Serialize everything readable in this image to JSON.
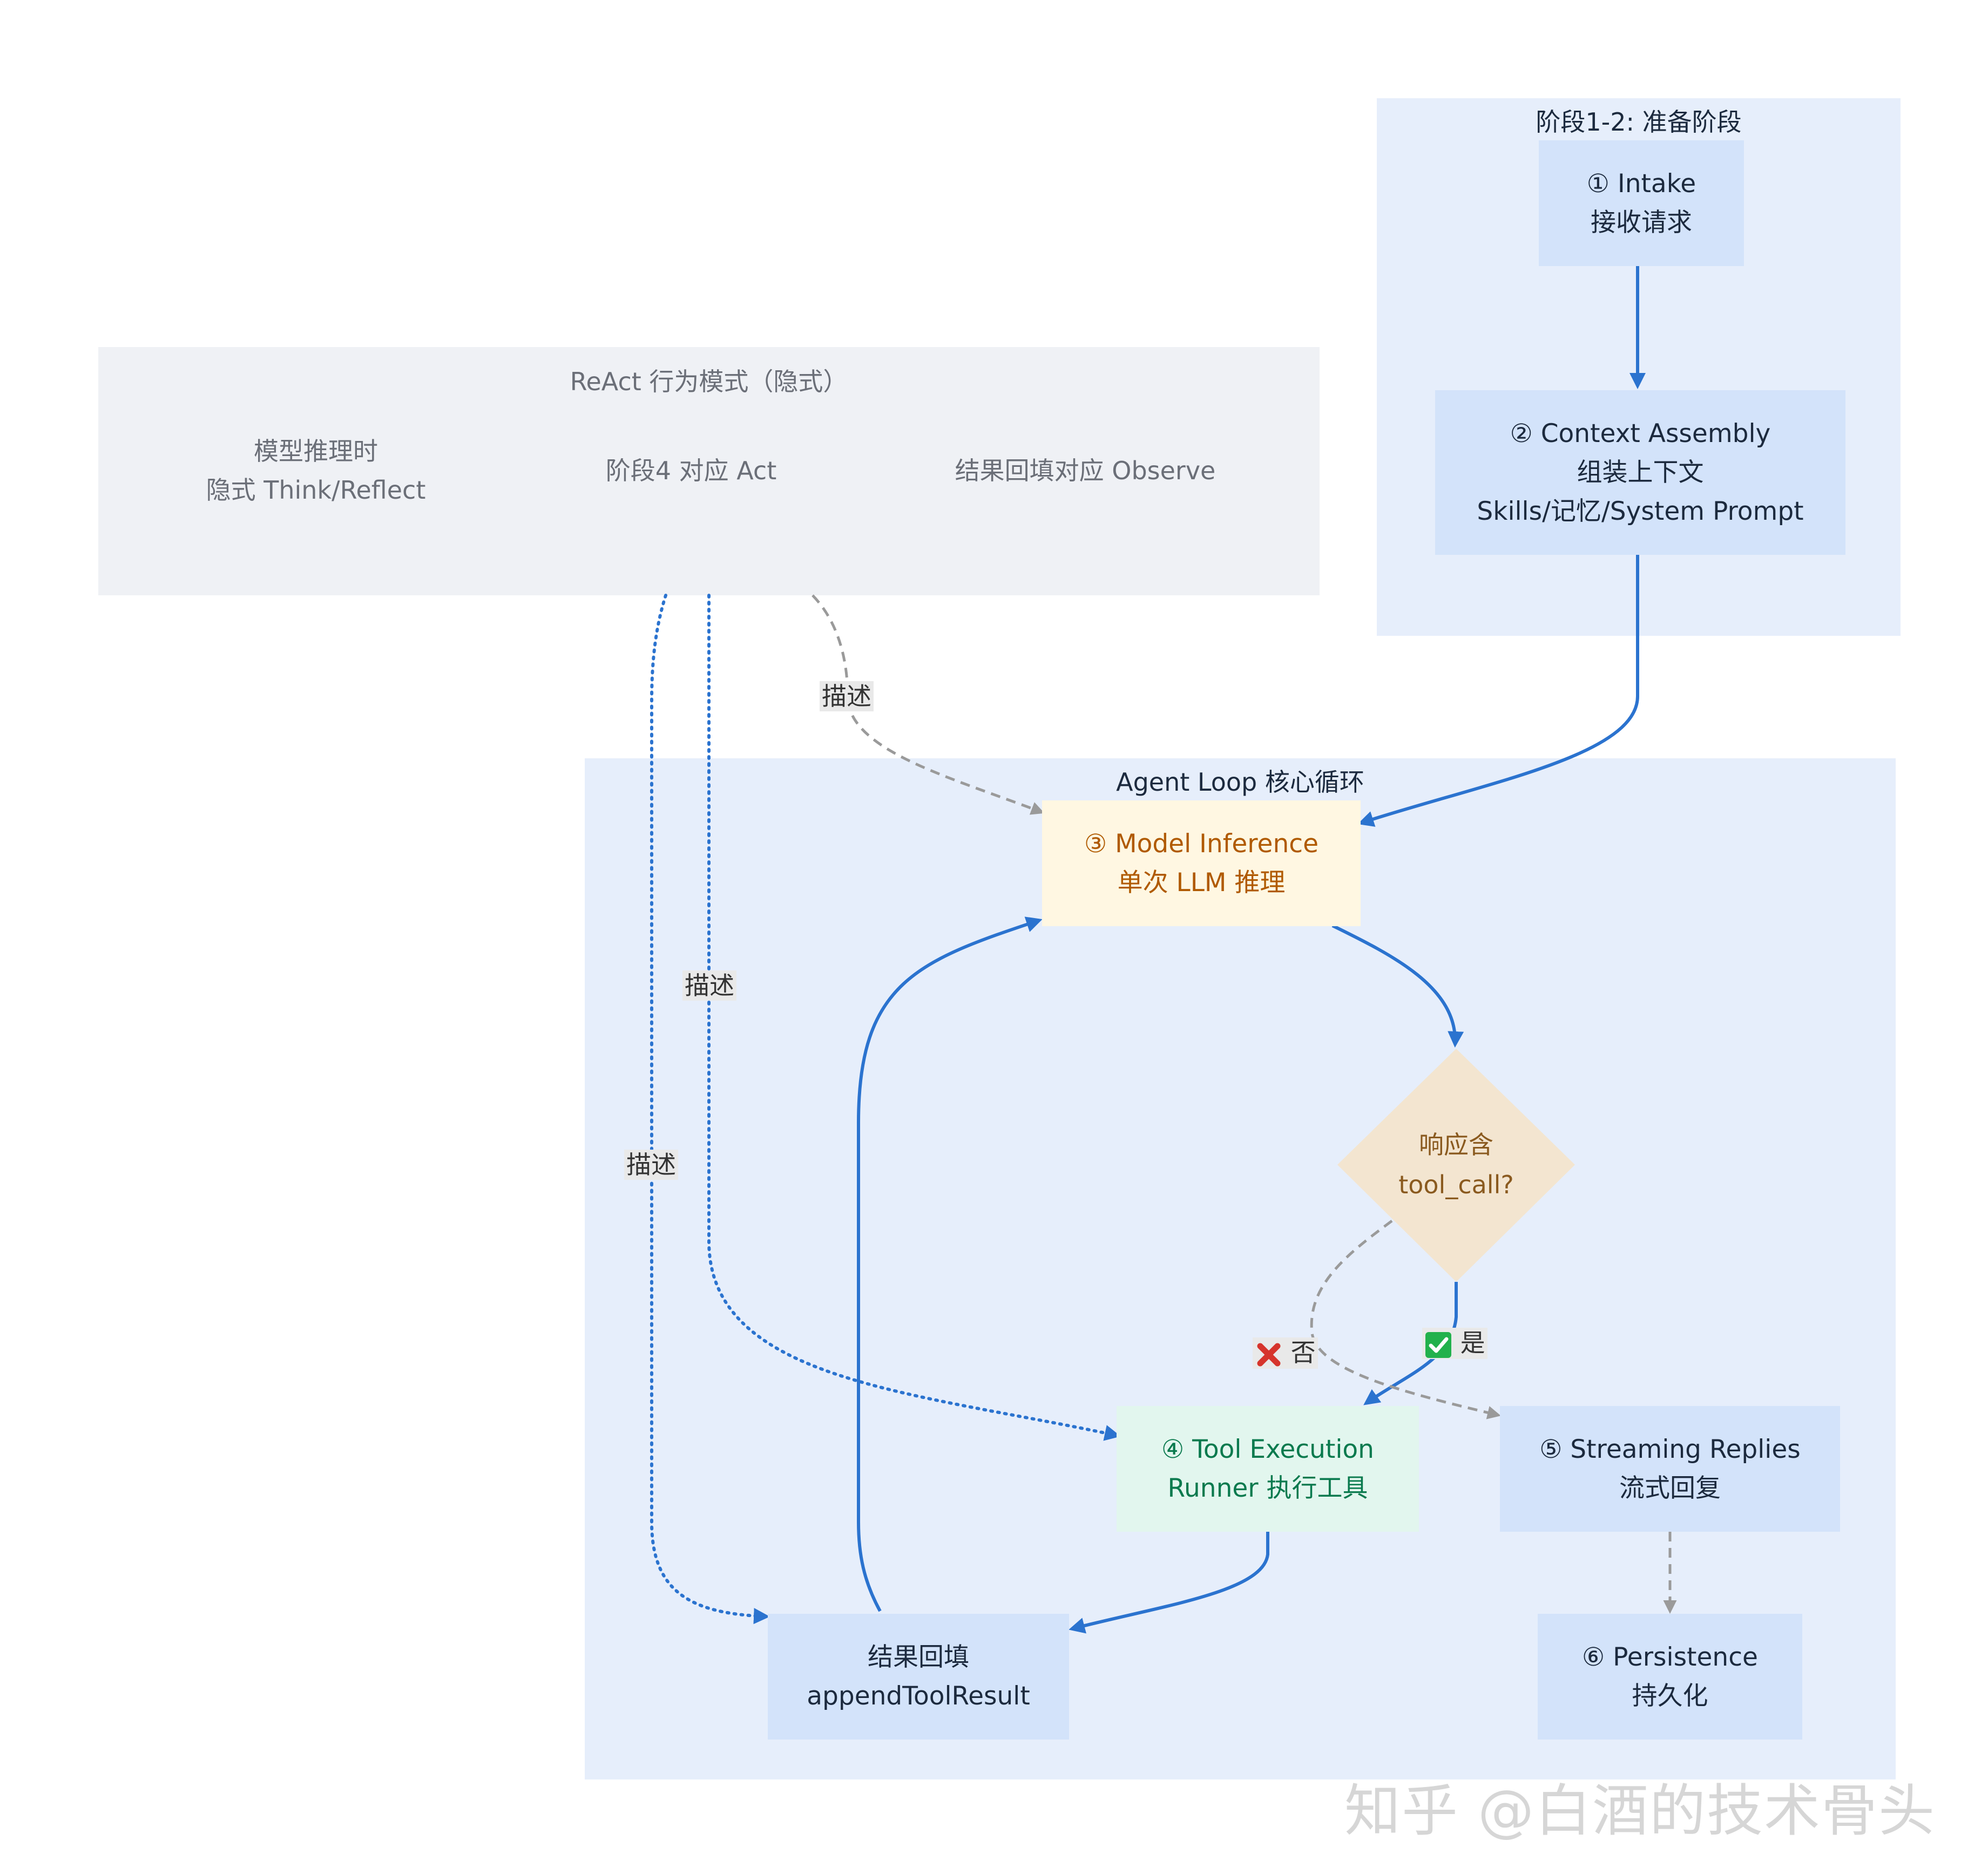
{
  "clusters": {
    "react": {
      "title": "ReAct 行为模式（隐式）"
    },
    "prep": {
      "title": "阶段1-2: 准备阶段"
    },
    "loop": {
      "title": "Agent Loop 核心循环"
    }
  },
  "react_items": {
    "think_line1": "模型推理时",
    "think_line2": "隐式 Think/Reflect",
    "act": "阶段4 对应 Act",
    "observe": "结果回填对应 Observe"
  },
  "nodes": {
    "intake": {
      "line1": "① Intake",
      "line2": "接收请求"
    },
    "context": {
      "line1": "② Context Assembly",
      "line2": "组装上下文",
      "line3": "Skills/记忆/System Prompt"
    },
    "inference": {
      "line1": "③ Model Inference",
      "line2": "单次 LLM 推理"
    },
    "decision": {
      "line1": "响应含",
      "line2": "tool_call?"
    },
    "tool": {
      "line1": "④ Tool Execution",
      "line2": "Runner 执行工具"
    },
    "streaming": {
      "line1": "⑤ Streaming Replies",
      "line2": "流式回复"
    },
    "result": {
      "line1": "结果回填",
      "line2": "appendToolResult"
    },
    "persistence": {
      "line1": "⑥ Persistence",
      "line2": "持久化"
    }
  },
  "edge_labels": {
    "describe_observe": "描述",
    "describe_act": "描述",
    "describe_think": "描述",
    "yes": "是",
    "no": "否"
  },
  "watermark": "知乎 @白酒的技术骨头",
  "colors": {
    "blue_cluster": "#e6eefb",
    "gray_cluster": "#eff1f5",
    "blue_node": "#d3e3fa",
    "inference_fill": "#fff7e2",
    "inference_text": "#b05a00",
    "decision_fill": "#f3e5d0",
    "tool_fill": "#e2f6ee",
    "tool_text": "#0a7a4e",
    "arrow_blue": "#2b73cf",
    "arrow_gray": "#9a9a9a",
    "yes_badge": "#22b14c",
    "no_badge": "#d6342c"
  }
}
